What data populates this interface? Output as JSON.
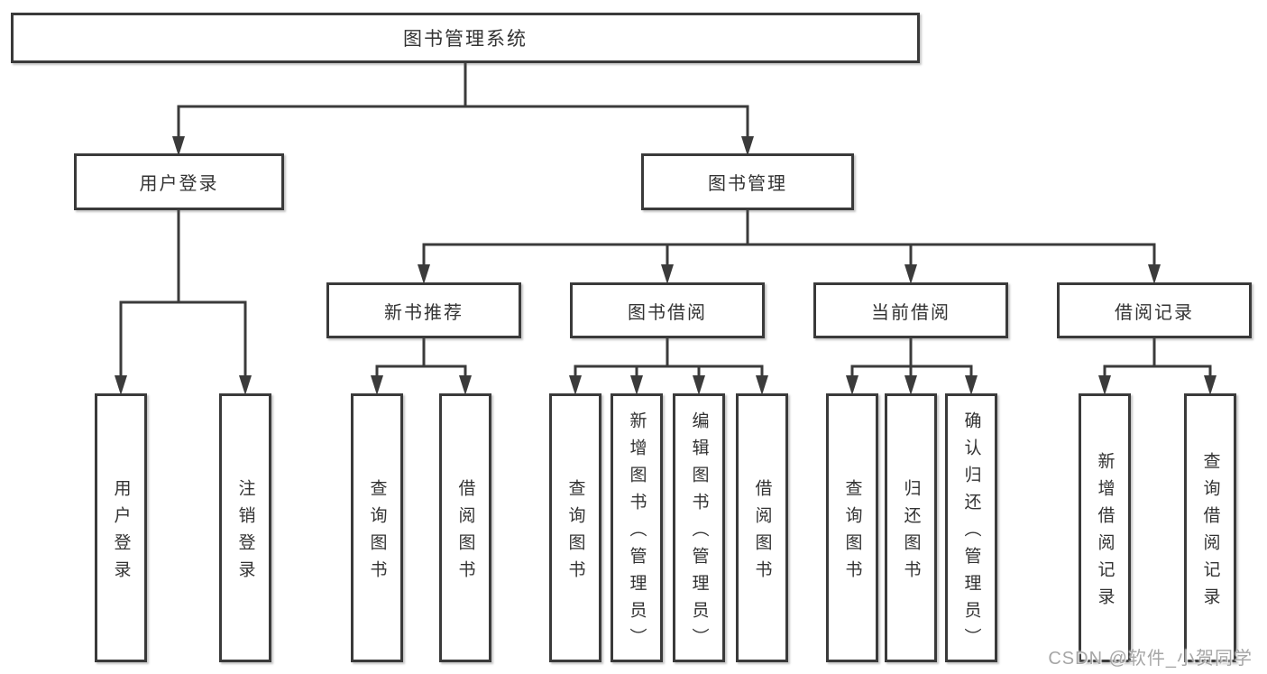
{
  "tree": {
    "label": "图书管理系统",
    "children": [
      {
        "label": "用户登录",
        "children": [
          {
            "label": "用户登录"
          },
          {
            "label": "注销登录"
          }
        ]
      },
      {
        "label": "图书管理",
        "children": [
          {
            "label": "新书推荐",
            "children": [
              {
                "label": "查询图书"
              },
              {
                "label": "借阅图书"
              }
            ]
          },
          {
            "label": "图书借阅",
            "children": [
              {
                "label": "查询图书"
              },
              {
                "label": "新增图书（管理员）"
              },
              {
                "label": "编辑图书（管理员）"
              },
              {
                "label": "借阅图书"
              }
            ]
          },
          {
            "label": "当前借阅",
            "children": [
              {
                "label": "查询图书"
              },
              {
                "label": "归还图书"
              },
              {
                "label": "确认归还（管理员）"
              }
            ]
          },
          {
            "label": "借阅记录",
            "children": [
              {
                "label": "新增借阅记录"
              },
              {
                "label": "查询借阅记录"
              }
            ]
          }
        ]
      }
    ]
  },
  "watermark": {
    "text": "CSDN @软件_小贺同学"
  },
  "colors": {
    "line": "#3b3b3b",
    "box_border": "#3a3a3a",
    "box_fill": "#ffffff",
    "text": "#333333",
    "watermark": "#a6a6a6"
  }
}
